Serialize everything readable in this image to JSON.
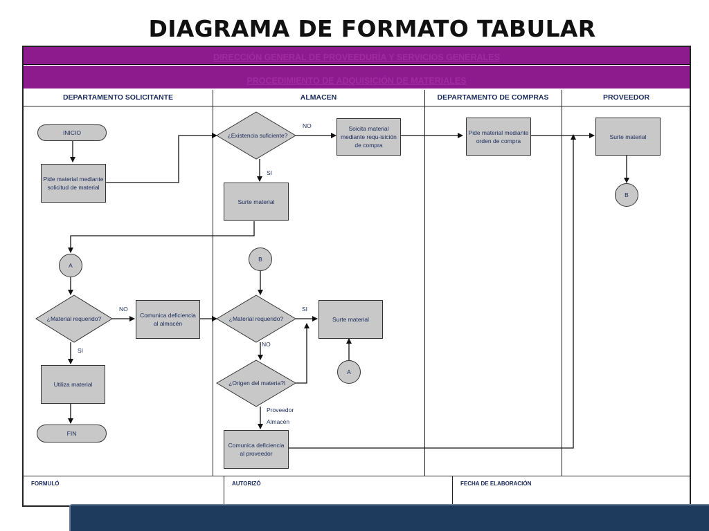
{
  "title": "DIAGRAMA DE FORMATO TABULAR",
  "header": {
    "band1": "DIRECCIÓN GENERAL DE PROVEEDURÍA Y SERVICIOS GENERALES",
    "band2": "PROCEDIMIENTO DE ADQUISICIÓN DE MATERIALES",
    "band_color": "#8e1b8e"
  },
  "lanes": [
    "DEPARTAMENTO SOLICITANTE",
    "ALMACEN",
    "DEPARTAMENTO DE COMPRAS",
    "PROVEEDOR"
  ],
  "nodes": {
    "inicio": "INICIO",
    "pide_solicitud": "Pide material mediante solicitud de material",
    "existencia": "¿Existencia suficiente?",
    "solicita_requisicion": "Soicita material mediante requ-isición de compra",
    "pide_orden": "Pide material mediante orden de compra",
    "surte_proveedor": "Surte material",
    "connector_b_top": "B",
    "surte_almacen": "Surte material",
    "connector_a": "A",
    "connector_b": "B",
    "material_req_1": "¿Material requerido?",
    "comunica_almacen": "Comunica deficiencia al almacén",
    "material_req_2": "¿Material requerido?",
    "surte_material_2": "Surte material",
    "connector_a_2": "A",
    "origen": "¿Origen del materia?l",
    "utiliza": "Utiliza material",
    "fin": "FIN",
    "comunica_proveedor": "Comunica deficiencia al proveedor"
  },
  "edge_labels": {
    "no1": "NO",
    "si1": "SI",
    "no2": "NO",
    "si2": "SI",
    "si3": "SI",
    "no3": "NO",
    "proveedor": "Proveedor",
    "almacen": "Almacén"
  },
  "footer": {
    "formulo": "FORMULÓ",
    "autorizo": "AUTORIZÓ",
    "fecha": "FECHA DE ELABORACIÓN"
  },
  "colors": {
    "shape_fill": "#c8c8c8",
    "text": "#1a2a5a",
    "bottom_bar": "#1e3a5c"
  }
}
